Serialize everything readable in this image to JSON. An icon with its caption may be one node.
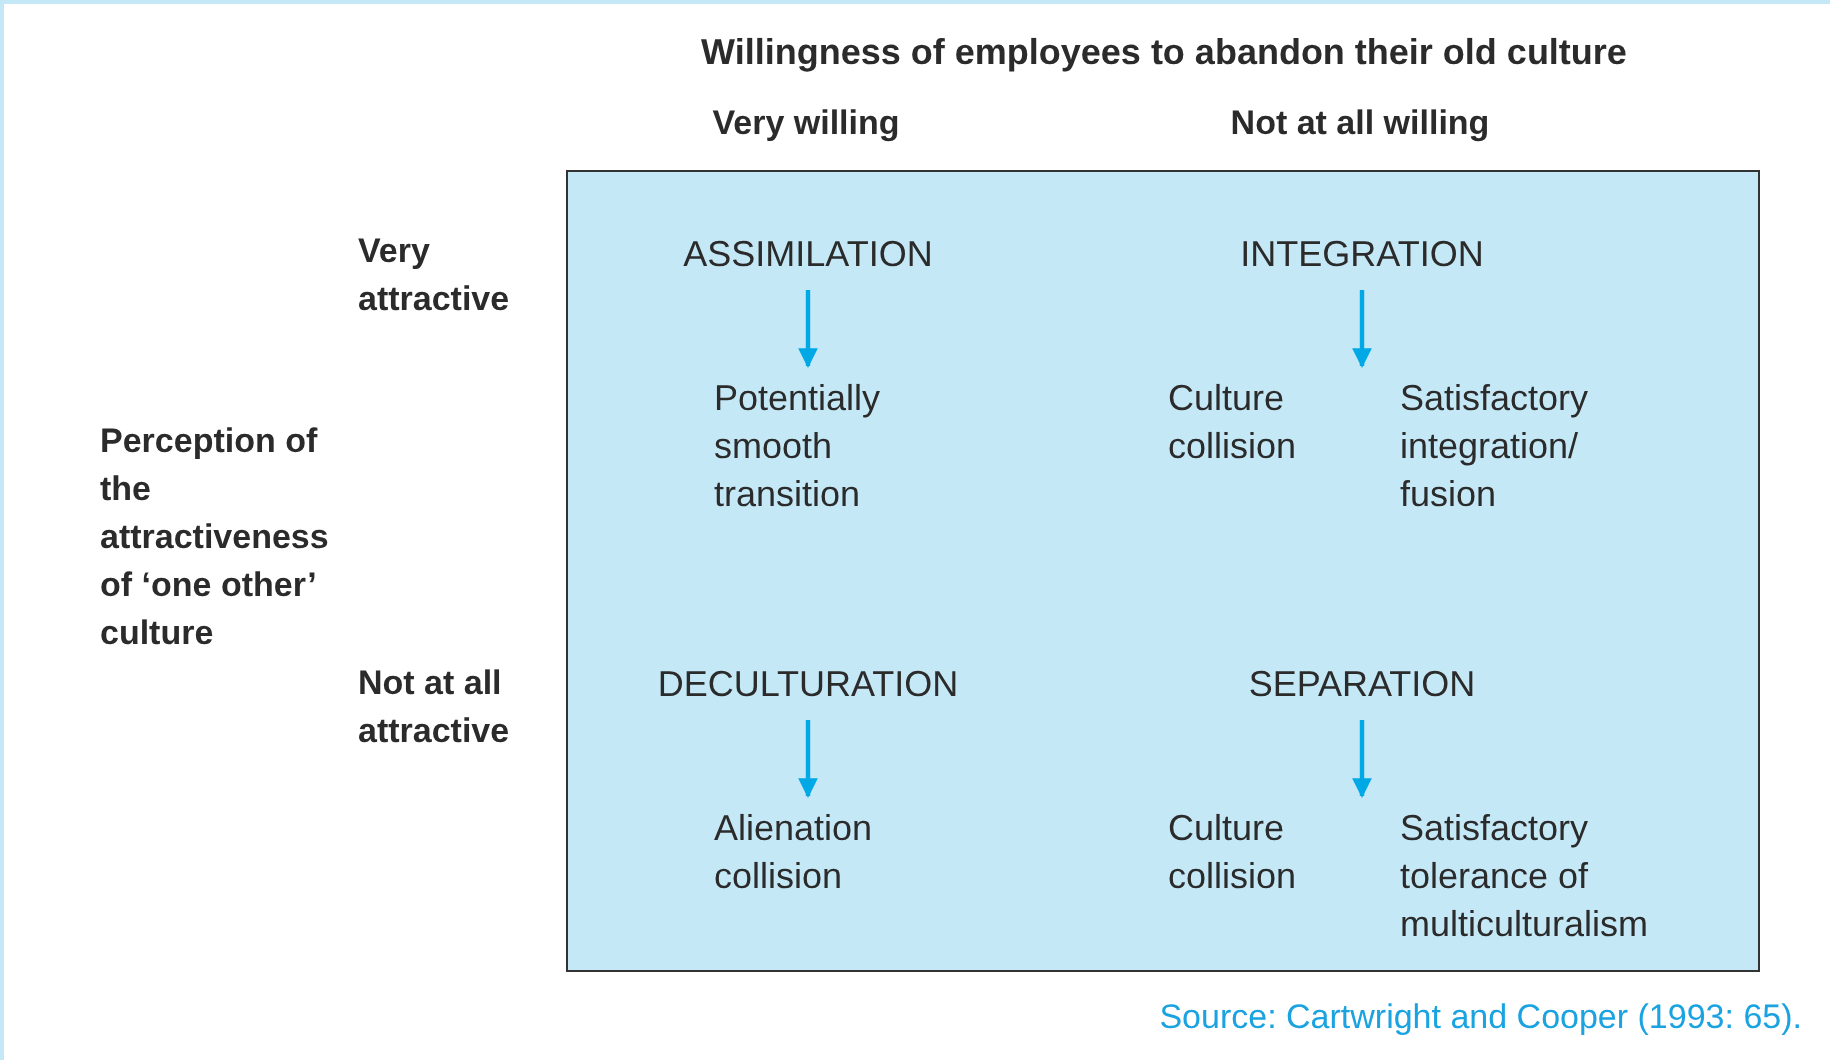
{
  "diagram": {
    "title": "Willingness of employees to abandon their old culture",
    "caption": "Source: Cartwright and Cooper (1993: 65).",
    "nodes": [
      {
        "text": [],
        "shape": "box"
      },
      {
        "text": [
          "ASSIMILATION"
        ],
        "in": 0
      },
      {
        "text": [
          "Potentially smooth transition"
        ],
        "in": 0
      },
      {
        "text": [
          "INTEGRATION"
        ],
        "in": 0
      },
      {
        "text": [
          "Culture collision"
        ],
        "in": 0
      },
      {
        "text": [
          "Satisfactory integration/ fusion"
        ],
        "in": 0
      },
      {
        "text": [
          "DECULTURATION"
        ],
        "in": 0
      },
      {
        "text": [
          "Alienation collision"
        ],
        "in": 0
      },
      {
        "text": [
          "SEPARATION"
        ],
        "in": 0
      },
      {
        "text": [
          "Culture collision"
        ],
        "in": 0
      },
      {
        "text": [
          "Satisfactory tolerance of multiculturalism"
        ],
        "in": 0
      }
    ],
    "edges": [
      {
        "from": 1,
        "to": 2,
        "arrow": "to"
      },
      {
        "from": 3,
        "to": 4,
        "arrow": "to"
      },
      {
        "from": 3,
        "to": 5,
        "arrow": "to"
      },
      {
        "from": 6,
        "to": 7,
        "arrow": "to"
      },
      {
        "from": 8,
        "to": 9,
        "arrow": "to"
      },
      {
        "from": 8,
        "to": 10,
        "arrow": "to"
      }
    ],
    "labels": [
      "Very willing",
      "Not at all willing",
      "Very attractive",
      "Perception of the attractiveness of ‘one other’ culture",
      "Not at all attractive"
    ]
  }
}
